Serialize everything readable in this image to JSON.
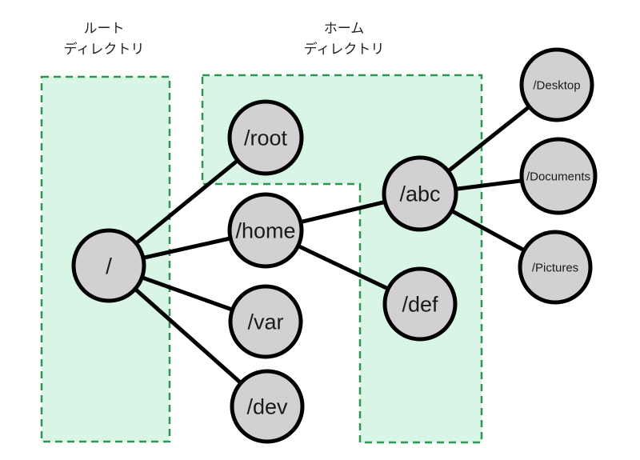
{
  "diagram": {
    "type": "tree-diagram",
    "description_domain": "filesystem-hierarchy",
    "region_labels": {
      "root_line1": "ルート",
      "root_line2": "ディレクトリ",
      "home_line1": "ホーム",
      "home_line2": "ディレクトリ"
    },
    "nodes": [
      {
        "id": "root",
        "label": "/"
      },
      {
        "id": "slashroot",
        "label": "/root"
      },
      {
        "id": "home",
        "label": "/home"
      },
      {
        "id": "var",
        "label": "/var"
      },
      {
        "id": "dev",
        "label": "/dev"
      },
      {
        "id": "abc",
        "label": "/abc"
      },
      {
        "id": "def",
        "label": "/def"
      },
      {
        "id": "desktop",
        "label": "/Desktop"
      },
      {
        "id": "documents",
        "label": "/Documents"
      },
      {
        "id": "pictures",
        "label": "/Pictures"
      }
    ],
    "edges": [
      {
        "from": "/",
        "to": "/root"
      },
      {
        "from": "/",
        "to": "/home"
      },
      {
        "from": "/",
        "to": "/var"
      },
      {
        "from": "/",
        "to": "/dev"
      },
      {
        "from": "/home",
        "to": "/abc"
      },
      {
        "from": "/home",
        "to": "/def"
      },
      {
        "from": "/abc",
        "to": "/Desktop"
      },
      {
        "from": "/abc",
        "to": "/Documents"
      },
      {
        "from": "/abc",
        "to": "/Pictures"
      }
    ],
    "colors": {
      "background": "#ffffff",
      "region_fill": "#d8f5e6",
      "region_border": "#2e9552",
      "node_fill": "#d3d0d3",
      "node_border": "#000000",
      "edge": "#000000",
      "text": "#1a1a1a"
    }
  }
}
